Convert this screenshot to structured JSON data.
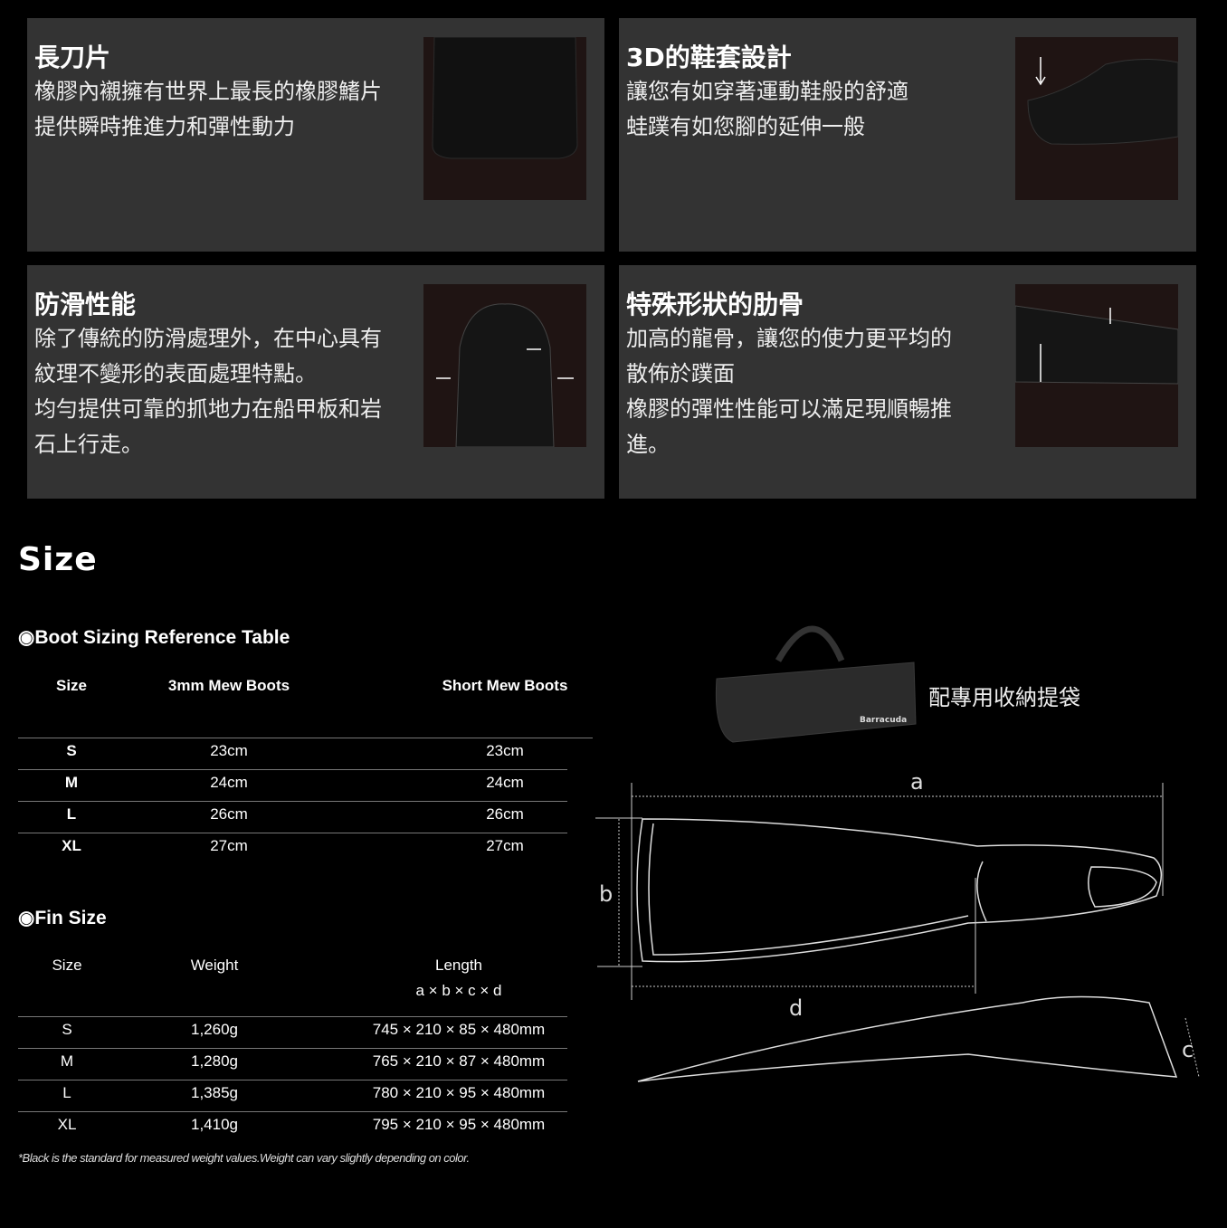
{
  "features": [
    {
      "title": "長刀片",
      "lines": [
        "橡膠內襯擁有世界上最長的橡膠鰭片",
        "提供瞬時推進力和彈性動力"
      ]
    },
    {
      "title": "3D的鞋套設計",
      "lines": [
        "讓您有如穿著運動鞋般的舒適",
        "蛙蹼有如您腳的延伸一般"
      ]
    },
    {
      "title": "防滑性能",
      "lines": [
        "除了傳統的防滑處理外，在中心具有",
        "紋理不變形的表面處理特點。",
        "均勻提供可靠的抓地力在船甲板和岩",
        "石上行走。"
      ]
    },
    {
      "title": "特殊形狀的肋骨",
      "lines": [
        "加高的龍骨，讓您的使力更平均的",
        "散佈於蹼面",
        "橡膠的彈性性能可以滿足現順暢推",
        "進。"
      ]
    }
  ],
  "size_heading": "Size",
  "boot_table": {
    "title": "◉Boot Sizing Reference Table",
    "headers": [
      "Size",
      "3mm Mew Boots",
      "Short Mew Boots"
    ],
    "rows": [
      [
        "S",
        "23cm",
        "23cm"
      ],
      [
        "M",
        "24cm",
        "24cm"
      ],
      [
        "L",
        "26cm",
        "26cm"
      ],
      [
        "XL",
        "27cm",
        "27cm"
      ]
    ]
  },
  "fin_table": {
    "title": "◉Fin Size",
    "headers": [
      "Size",
      "Weight",
      "Length"
    ],
    "length_sub": "a × b × c × d",
    "rows": [
      [
        "S",
        "1,260g",
        "745 × 210 × 85 × 480mm"
      ],
      [
        "M",
        "1,280g",
        "765 × 210 × 87 × 480mm"
      ],
      [
        "L",
        "1,385g",
        "780 × 210 × 95 × 480mm"
      ],
      [
        "XL",
        "1,410g",
        "795 × 210 × 95 × 480mm"
      ]
    ]
  },
  "note": "*Black is the standard for measured weight values.Weight can vary slightly depending on color.",
  "bag_caption": "配專用收納提袋",
  "bag_brand": "Barracuda",
  "diagram_labels": {
    "a": "a",
    "b": "b",
    "c": "c",
    "d": "d"
  }
}
